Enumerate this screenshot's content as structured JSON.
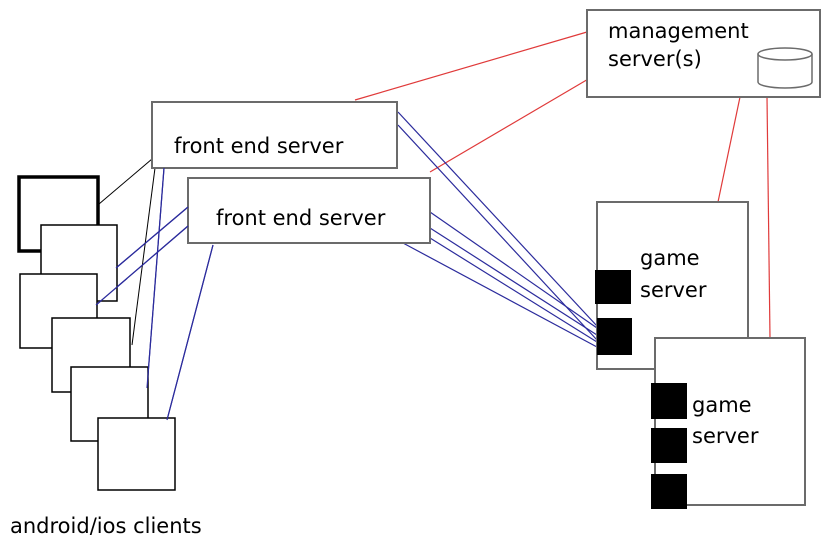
{
  "nodes": {
    "management": {
      "line1": "management",
      "line2": "server(s)"
    },
    "front_end_1": {
      "label": "front end server"
    },
    "front_end_2": {
      "label": "front end server"
    },
    "game_server_1": {
      "line1": "game",
      "line2": "server"
    },
    "game_server_2": {
      "line1": "game",
      "line2": "server"
    },
    "clients": {
      "label": "android/ios clients"
    }
  },
  "colors": {
    "management_link": "#e03a3a",
    "client_game_link": "#2b2b9c",
    "box_border": "#6b6b6b",
    "client_border": "#000000",
    "port_fill": "#000000"
  },
  "icons": {
    "database": "database-icon"
  }
}
